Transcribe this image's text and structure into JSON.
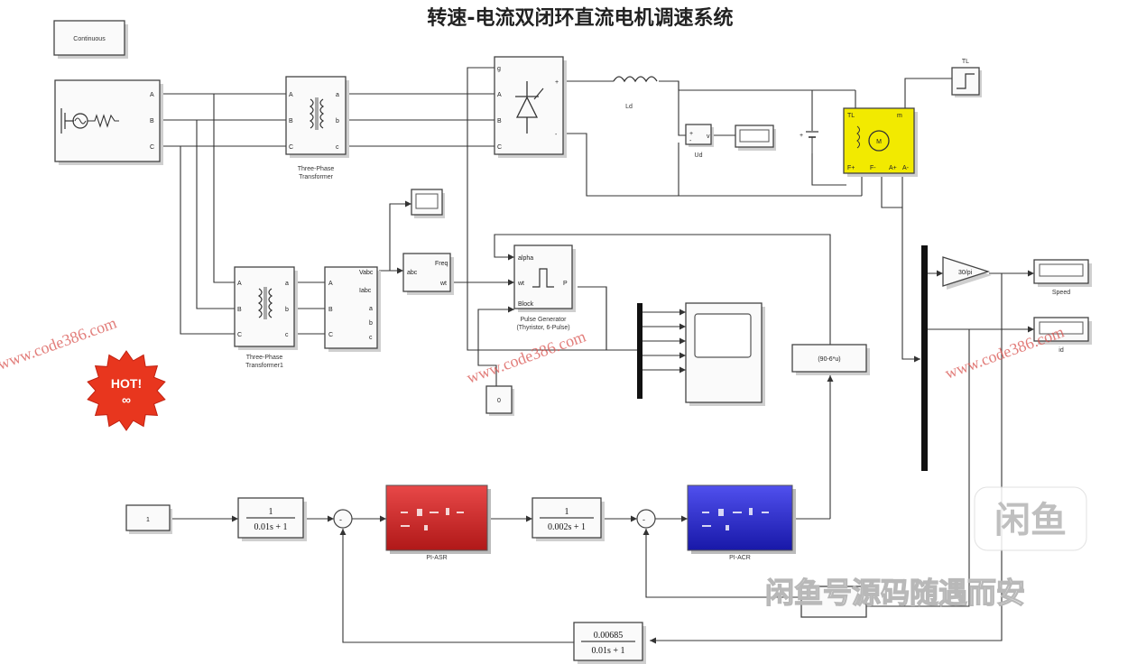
{
  "title": "转速-电流双闭环直流电机调速系统",
  "blocks": {
    "powergui": "Continuous",
    "transformer1": "Three-Phase\nTransformer",
    "transformer2": "Three-Phase\nTransformer1",
    "inductor": "Ld",
    "voltmeter": "Ud",
    "step": "TL",
    "pulse_gen": "Pulse Generator\n(Thyristor, 6-Pulse)",
    "pulse_ports": {
      "alpha": "alpha",
      "wt": "wt",
      "block": "Block",
      "p": "P"
    },
    "pll_ports": {
      "abc": "abc",
      "freq": "Freq",
      "wt": "wt"
    },
    "vabc_ports": {
      "vabc": "Vabc",
      "iabc": "Iabc",
      "a": "a",
      "b": "b",
      "c": "c"
    },
    "const_zero": "0",
    "alpha_fcn": "(90-6*u)",
    "gain": "30/pi",
    "speed_display": "Speed",
    "id_display": "id",
    "ref_const": "1",
    "tf1": {
      "num": "1",
      "den": "0.01s + 1"
    },
    "tf2": {
      "num": "1",
      "den": "0.002s + 1"
    },
    "tf3": {
      "num": "0.00685",
      "den": "0.01s + 1"
    },
    "asr": "PI-ASR",
    "acr": "PI-ACR"
  },
  "watermarks": {
    "code": "www.code386.com",
    "badge": "HOT!",
    "logo": "闲鱼",
    "caption": "闲鱼号源码随遇而安"
  },
  "colors": {
    "motor": "#f2ea00",
    "asr_top": "#e84848",
    "asr_bottom": "#b01818",
    "acr_top": "#5050ee",
    "acr_bottom": "#1818a8",
    "hot": "#e8361e",
    "watermark": "#d9534f"
  }
}
